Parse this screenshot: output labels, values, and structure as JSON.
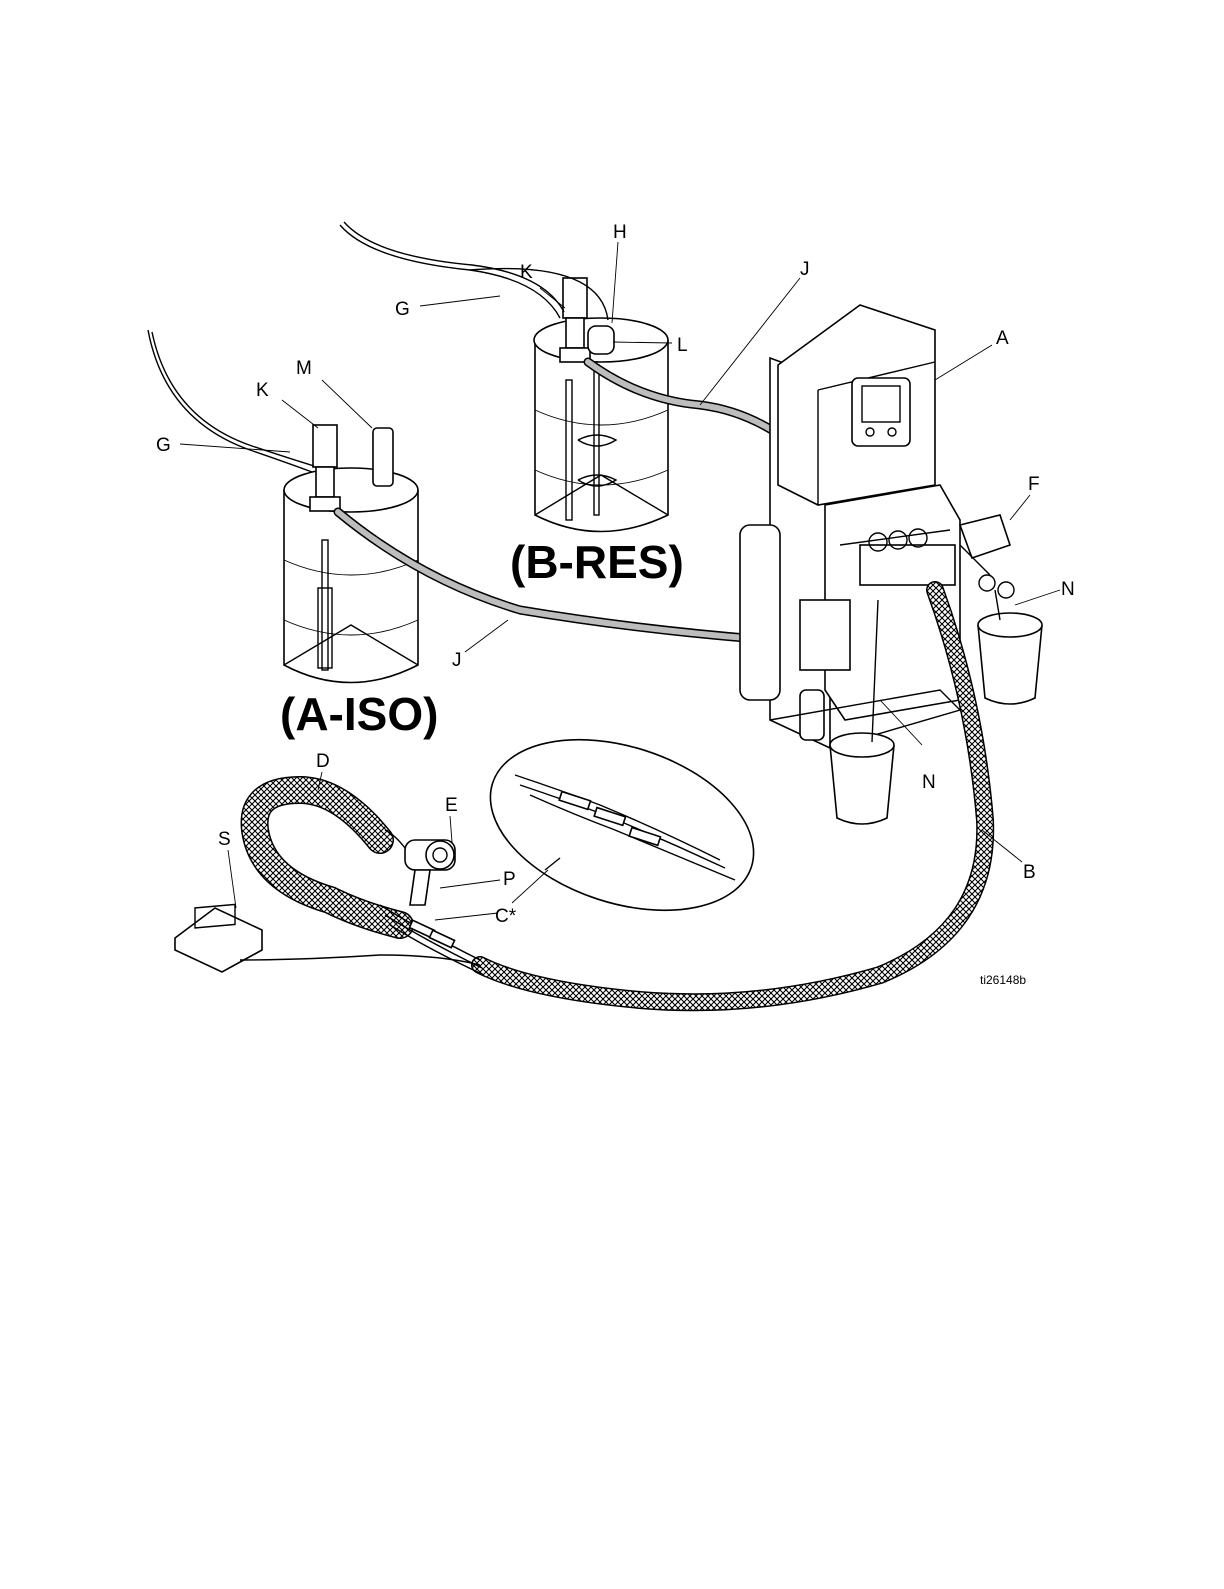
{
  "diagram": {
    "callouts": {
      "A": "A",
      "B": "B",
      "C": "C*",
      "D": "D",
      "E": "E",
      "F": "F",
      "G1": "G",
      "G2": "G",
      "H": "H",
      "J1": "J",
      "J2": "J",
      "K1": "K",
      "K2": "K",
      "L": "L",
      "M": "M",
      "N1": "N",
      "N2": "N",
      "P": "P",
      "S": "S"
    },
    "drum_a_label": "(A-ISO)",
    "drum_b_label": "(B-RES)",
    "figure_ref": "ti26148b"
  }
}
